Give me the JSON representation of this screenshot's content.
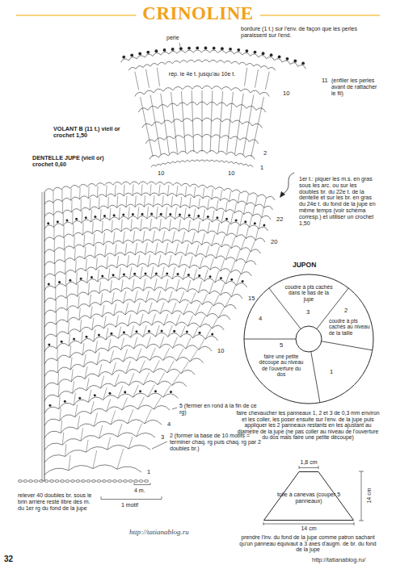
{
  "diagram": {
    "title": "CRINOLINE",
    "nodes": [
      {
        "text": [
          "toile à canevas (couper 5 panneaux)"
        ]
      }
    ],
    "labels": [
      "perle",
      "bordure (1 t.) sur l'env. de façon que les perles paraissent sur l'end.",
      "rép. le 4e t. jusqu'au 10e t.",
      "11",
      "(enfiler les perles avant de rattacher le fil)",
      "10",
      "VOLANT B (11 t.) vieil or crochet 1,50",
      "2",
      "1",
      "10",
      "10",
      "DENTELLE JUPE (vieil or) crochet 0,60",
      "1er t.: piquer les m.s. en gras sous les arc. ou sur les doubles br. du 22e t. de la dentelle et sur les br. en gras du 24e t. du fond de la jupe en même temps (voir schéma corresp.) et utiliser un crochet 1,50",
      "22",
      "20",
      "15",
      "10",
      "5 (fermer en rond à la fin de ce rg)",
      "4",
      "3",
      "2 (former la base de 10 motifs = terminer chaq. rg puis chaq. rg par 2 doubles br.)",
      "1",
      "relever 40 doubles br. sous le brin arrière resté libre des m. du 1er rg du fond de la jupe",
      "4 m.",
      "1 motif",
      "JUPON",
      "coudre à pts cachés dans le bas de la jupe",
      "3",
      "coudre à pts cachés au niveau de la taille",
      "2",
      "4",
      "faire une petite découpe au niveau de l'ouverture du dos",
      "5",
      "1",
      "faire chevaucher les panneaux 1, 2 et 3 de 0,3 mm environ et les coller, les poser ensuite sur l'env. de la jupe puis appliquer les 2 panneaux restants en les ajustant au diamètre de la jupe (ne pas coller au niveau de l'ouverture du dos mais faire une petite découpe)",
      "1,8 cm",
      "14 cm",
      "14 cm",
      "prendre l'inv. du fond de la jupe comme patron sachant qu'un panneau équivaut à 3 axes d'augm. de br. du fond de la jupe",
      "http://tatianablog.ru",
      "32",
      "http://tatianablog.ru/"
    ]
  }
}
